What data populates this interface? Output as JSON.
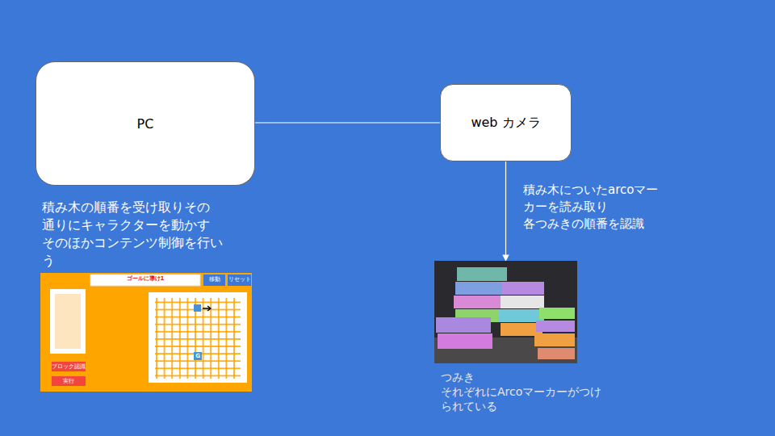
{
  "diagram": {
    "nodes": [
      {
        "text": [
          "PC"
        ]
      },
      {
        "text": [
          "web カメラ"
        ]
      },
      {
        "text": [
          "つみき",
          "それぞれにArcoマーカーがつけ られている"
        ]
      }
    ],
    "edges": [
      {
        "from": 0,
        "to": 1,
        "arrow": "none"
      },
      {
        "from": 1,
        "to": 2,
        "arrow": "to"
      }
    ],
    "labels": [
      "積み木の順番を受け取りその 通りにキャラクターを動かす そのほかコンテンツ制御を行い う",
      "積み木についたarcoマー カーを読み取り 各つみきの順番を認識",
      "ゴールに導け1",
      "移動",
      "リセット",
      "ブロック認識",
      "実行",
      "G"
    ]
  }
}
